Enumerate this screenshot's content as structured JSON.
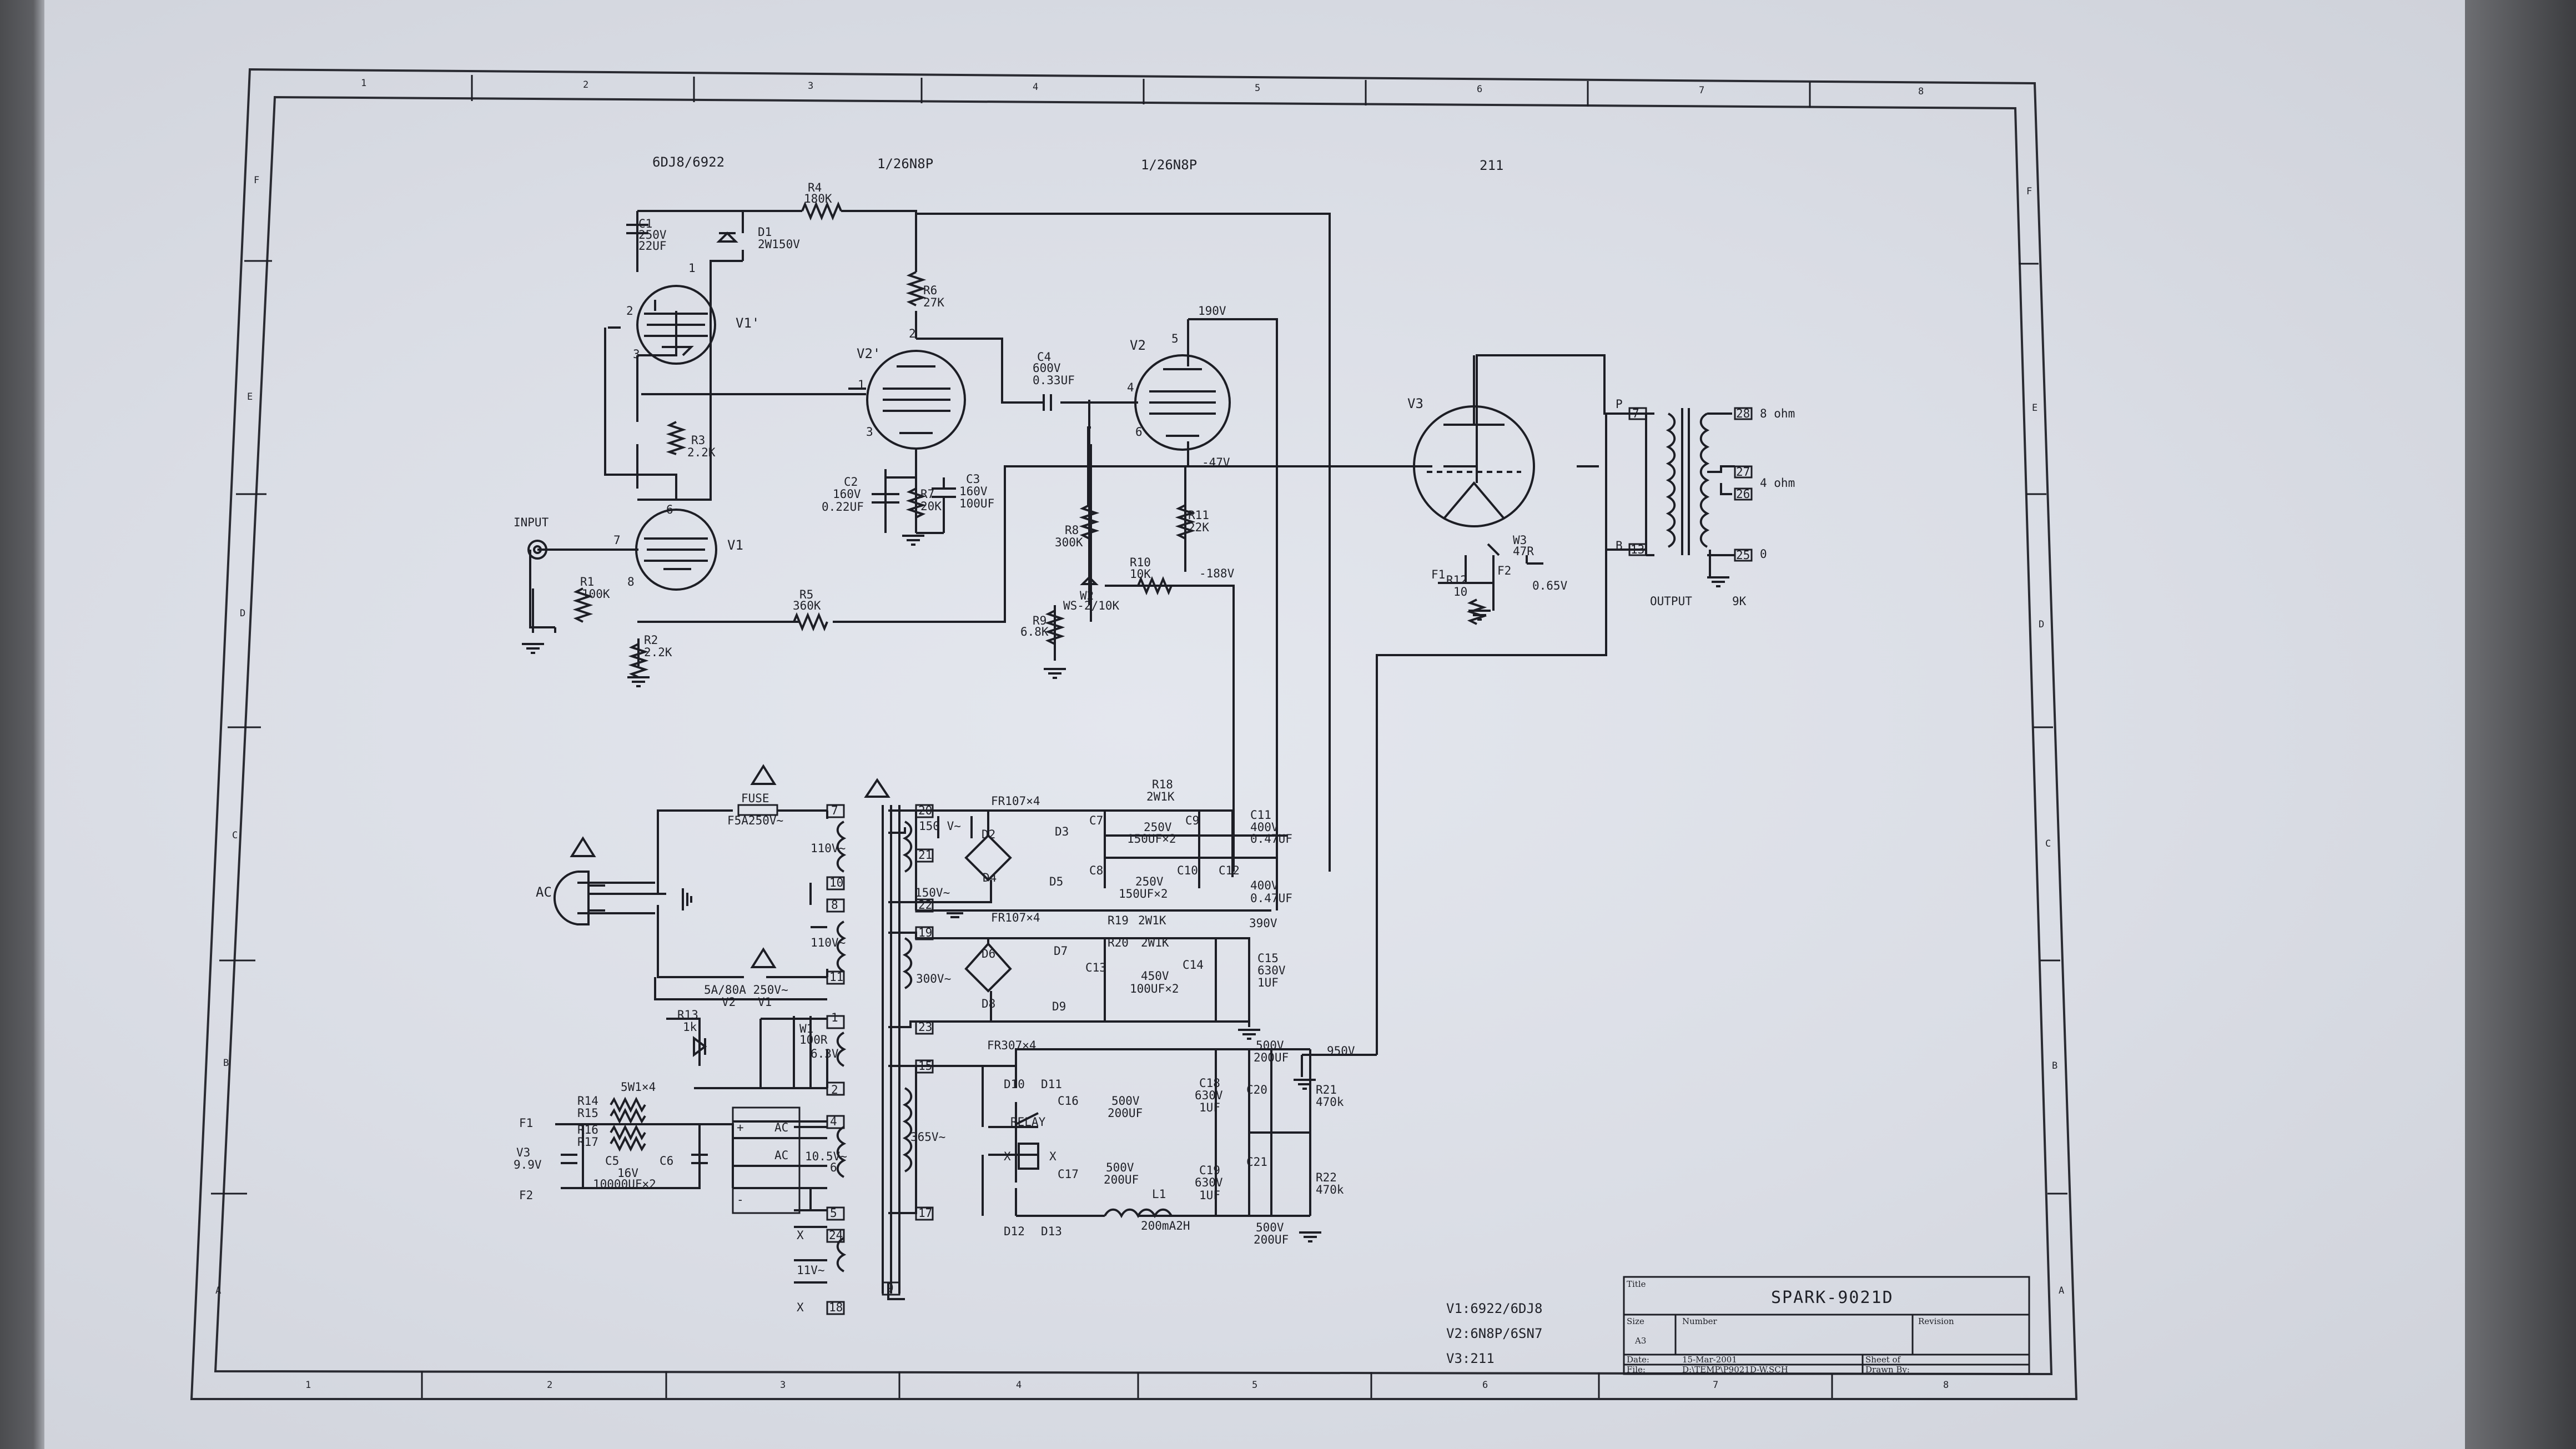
{
  "colors": {
    "ink": "#1d1e25",
    "paper": "#dcdfe6",
    "background": "#4a4b4e"
  },
  "border": {
    "columns": [
      "1",
      "2",
      "3",
      "4",
      "5",
      "6",
      "7",
      "8"
    ],
    "rows": [
      "F",
      "E",
      "D",
      "C",
      "B",
      "A"
    ]
  },
  "tubes": {
    "first": "6DJ8/6922",
    "second": "1/26N8P",
    "third": "1/26N8P",
    "output": "211"
  },
  "tube_labels": {
    "v1_top": "V1'",
    "v1_bottom": "V1",
    "v2a": "V2'",
    "v2b": "V2",
    "v3": "V3"
  },
  "pins": {
    "v1t_1": "1",
    "v1t_2": "2",
    "v1t_3": "3",
    "v1b_6": "6",
    "v1b_7": "7",
    "v1b_8": "8",
    "v2a_2": "2",
    "v2a_1": "1",
    "v2a_3": "3",
    "v2b_5": "5",
    "v2b_4": "4",
    "v2b_6": "6"
  },
  "components": {
    "c1": {
      "ref": "C1",
      "v1": "250V",
      "v2": "22UF"
    },
    "d1": {
      "ref": "D1",
      "v1": "2W150V"
    },
    "r4": {
      "ref": "R4",
      "v1": "180K"
    },
    "r6": {
      "ref": "R6",
      "v1": "27K"
    },
    "c4": {
      "ref": "C4",
      "v1": "600V",
      "v2": "0.33UF"
    },
    "r3": {
      "ref": "R3",
      "v1": "2.2K"
    },
    "c2": {
      "ref": "C2",
      "v1": "160V",
      "v2": "0.22UF"
    },
    "r7": {
      "ref": "R7",
      "v1": "20K"
    },
    "c3": {
      "ref": "C3",
      "v1": "160V",
      "v2": "100UF"
    },
    "r8": {
      "ref": "R8",
      "v1": "300K"
    },
    "r11": {
      "ref": "R11",
      "v1": "22K"
    },
    "r10": {
      "ref": "R10",
      "v1": "10K"
    },
    "w2": {
      "ref": "W2",
      "v1": "WS-2/10K"
    },
    "r9": {
      "ref": "R9",
      "v1": "6.8K"
    },
    "r1": {
      "ref": "R1",
      "v1": "100K"
    },
    "r2": {
      "ref": "R2",
      "v1": "2.2K"
    },
    "r5": {
      "ref": "R5",
      "v1": "360K"
    },
    "w3": {
      "ref": "W3",
      "v1": "47R"
    },
    "r12": {
      "ref": "R12",
      "v1": "10"
    }
  },
  "voltages": {
    "b190": "190V",
    "n47": "-47V",
    "n188": "-188V",
    "v065": "0.65V",
    "b390": "390V",
    "b950": "950V"
  },
  "labels": {
    "input": "INPUT",
    "f1": "F1",
    "f2": "F2",
    "output": "OUTPUT",
    "ohm9k": "9K",
    "p": "P",
    "b": "B",
    "ohm8": "8 ohm",
    "ohm4": "4 ohm",
    "ohm0": "0",
    "t7": "7",
    "t13": "13",
    "t28": "28",
    "t27": "27",
    "t26": "26",
    "t25": "25"
  },
  "psu": {
    "ac": "AC",
    "fuse": "FUSE",
    "fuse_rating": "F5A250V~",
    "switch_rating": "5A/80A  250V~",
    "v110a": "110V~",
    "v110b": "110V~",
    "p7": "7",
    "p10": "10",
    "p8": "8",
    "p11": "11",
    "s20": "20",
    "s21": "21",
    "s22": "22",
    "v150a": "150 V~",
    "v150b": "150V~",
    "s19": "19",
    "s23": "23",
    "v300": "300V~",
    "s15": "15",
    "s17": "17",
    "v365": "365V~",
    "fr107a": "FR107×4",
    "fr107b": "FR107×4",
    "fr307": "FR307×4",
    "d2": "D2",
    "d3": "D3",
    "d4": "D4",
    "d5": "D5",
    "d6": "D6",
    "d7": "D7",
    "d8": "D8",
    "d9": "D9",
    "d10": "D10",
    "d11": "D11",
    "d12": "D12",
    "d13": "D13",
    "r18": "R18",
    "r18v": "2W1K",
    "r19": "R19",
    "r19v": "2W1K",
    "r20": "R20",
    "c7": "C7",
    "c8": "C8",
    "c9": "C9",
    "c10": "C10",
    "c11": "C11",
    "c11v": "400V",
    "c11c": "0.47UF",
    "c12": "C12",
    "c12v": "400V",
    "c12c": "0.47UF",
    "c78v": "250V",
    "c78c": "150UF×2",
    "c910v": "250V",
    "c910c": "150UF×2",
    "c13": "C13",
    "c14": "C14",
    "c1314v": "450V",
    "c1314c": "100UF×2",
    "c15": "C15",
    "c15v": "630V",
    "c15c": "1UF",
    "c16": "C16",
    "c16v": "500V",
    "c16c": "200UF",
    "c17": "C17",
    "c17v": "500V",
    "c17c": "200UF",
    "c18": "C18",
    "c18v": "630V",
    "c18c": "1UF",
    "c19": "C19",
    "c19v": "630V",
    "c19c": "1UF",
    "c20": "C20",
    "c21": "C21",
    "c2021tv": "500V",
    "c2021tc": "200UF",
    "c2021bv": "500V",
    "c2021bc": "200UF",
    "r21": "R21",
    "r21v": "470k",
    "r22": "R22",
    "r22v": "470k",
    "relay": "RELAY",
    "x1": "X",
    "x2": "X",
    "l1": "L1",
    "l1v": "200mA2H",
    "r13": "R13",
    "r13v": "1k",
    "v2": "V2",
    "v1": "V1",
    "w1": "W1",
    "w1v": "100R",
    "v63": "6.3V",
    "t1": "1",
    "t2": "2",
    "r14": "R14",
    "r15": "R15",
    "r16": "R16",
    "r17": "R17",
    "r14v": "5W1×4",
    "c5": "C5",
    "c6": "C6",
    "c56v": "16V",
    "c56c": "10000UF×2",
    "f1": "F1",
    "f2": "F2",
    "v3": "V3",
    "v99": "9.9V",
    "acp": "AC",
    "ac2": "AC",
    "plus": "+",
    "minus": "-",
    "t4": "4",
    "t6": "6",
    "t5": "5",
    "v105": "10.5V~",
    "t24": "24",
    "t18": "18",
    "t9": "9",
    "v11": "11V~",
    "xa": "X",
    "xb": "X"
  },
  "notes": {
    "n1": "V1:6922/6DJ8",
    "n2": "V2:6N8P/6SN7",
    "n3": "V3:211"
  },
  "title_block": {
    "title_label": "Title",
    "title": "SPARK-9021D",
    "size_label": "Size",
    "size": "A3",
    "number_label": "Number",
    "revision_label": "Revision",
    "date_label": "Date:",
    "date": "15-Mar-2001",
    "file_label": "File:",
    "file": "D:\\TEMP\\P9021D-W.SCH",
    "sheet_label": "Sheet   of",
    "drawn_label": "Drawn By:"
  }
}
